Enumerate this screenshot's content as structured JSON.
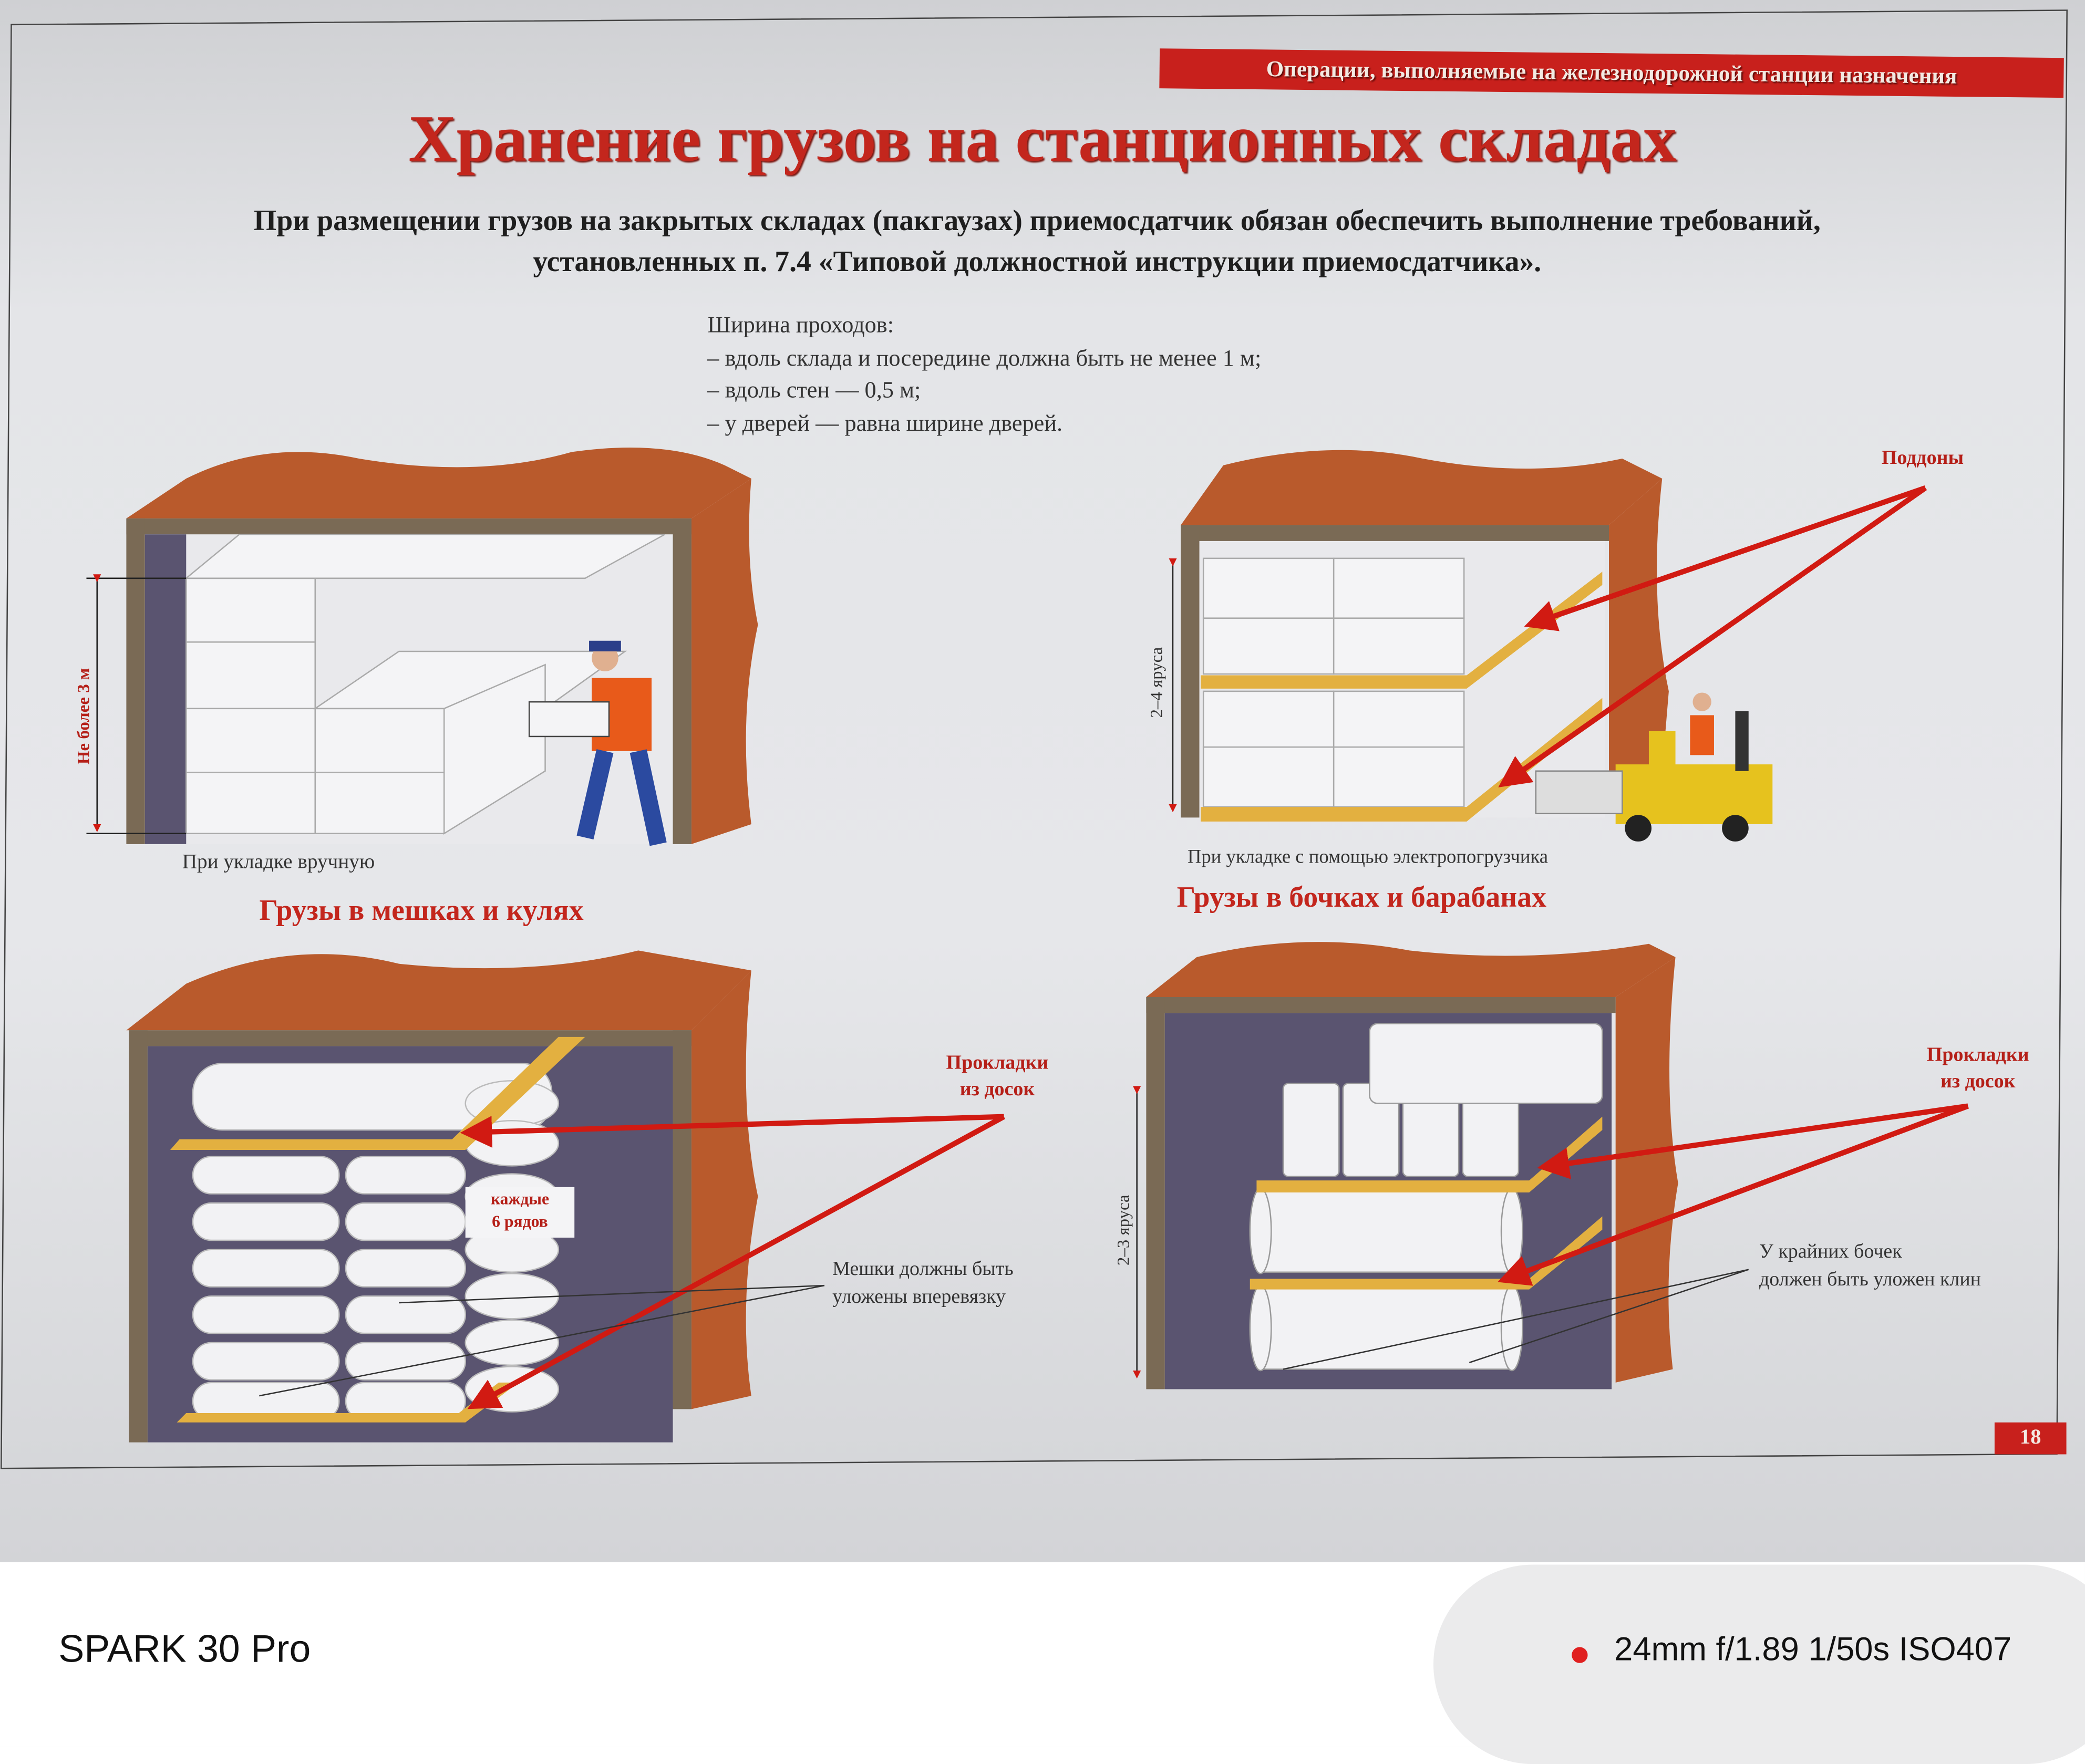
{
  "header_bar": "Операции, выполняемые на железнодорожной станции назначения",
  "title": "Хранение грузов на станционных складах",
  "intro": {
    "line1": "При размещении грузов на закрытых складах (пакгаузах) приемосдатчик обязан обеспечить выполнение  требований,",
    "line2": "установленных п. 7.4 «Типовой должностной инструкции приемосдатчика»."
  },
  "aisles": {
    "heading": "Ширина проходов:",
    "items": [
      "– вдоль склада и посередине должна быть не менее 1 м;",
      "– вдоль стен — 0,5 м;",
      "– у дверей — равна ширине дверей."
    ]
  },
  "panel_manual": {
    "height_label": "Не более 3 м",
    "caption": "При укладке вручную"
  },
  "panel_forklift": {
    "tiers_label": "2–4 яруса",
    "callout": "Поддоны",
    "caption": "При укладке с помощью электропогрузчика"
  },
  "panel_bags": {
    "title": "Грузы в мешках и кулях",
    "callout_line1": "Прокладки",
    "callout_line2": "из досок",
    "badge_line1": "каждые",
    "badge_line2": "6 рядов",
    "note_line1": "Мешки должны быть",
    "note_line2": "уложены вперевязку"
  },
  "panel_barrels": {
    "title": "Грузы в бочках и барабанах",
    "tiers_label": "2–3 яруса",
    "callout_line1": "Прокладки",
    "callout_line2": "из досок",
    "note_line1": "У крайних бочек",
    "note_line2": "должен быть уложен клин"
  },
  "page_number": "18",
  "watermark": {
    "device": "SPARK 30 Pro",
    "exif": "24mm f/1.89 1/50s ISO407"
  },
  "colors": {
    "accent_red": "#c8201c",
    "roof_brown": "#b95a2c",
    "pallet_yellow": "#e3b040",
    "wall_purple": "#5a5470"
  }
}
